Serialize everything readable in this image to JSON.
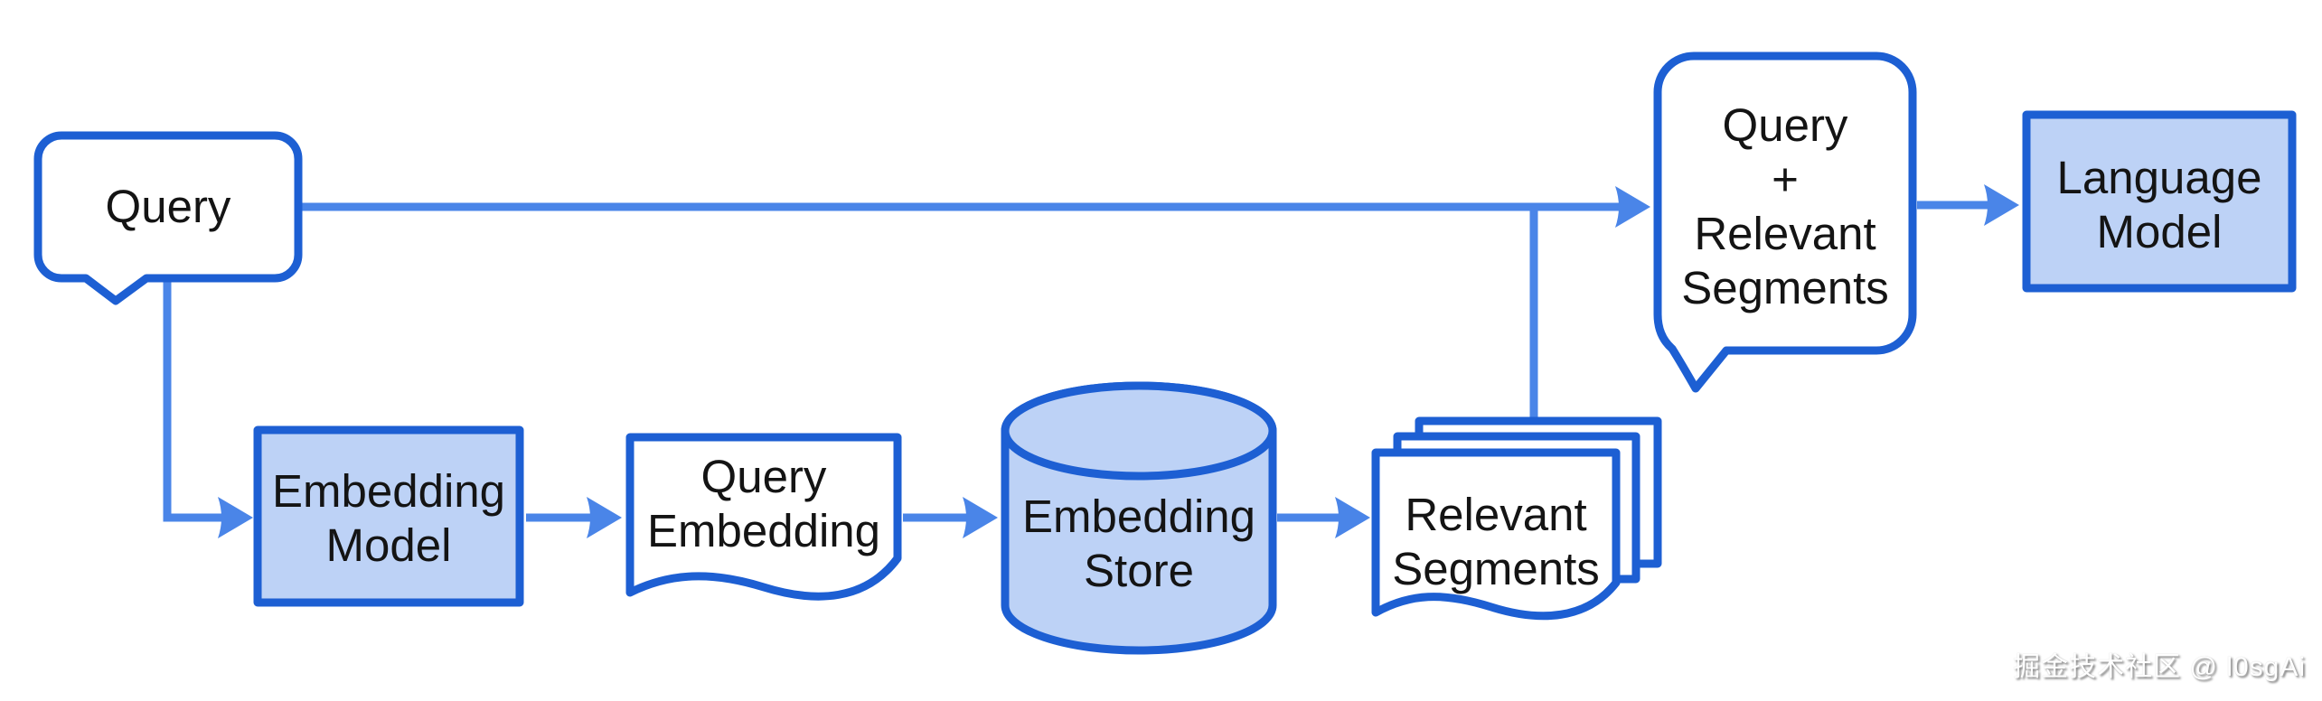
{
  "diagram_type": "flowchart",
  "nodes": {
    "query": {
      "label": "Query",
      "shape": "speech-bubble",
      "fill": "#ffffff"
    },
    "embedding_model": {
      "label": "Embedding\nModel",
      "shape": "rectangle",
      "fill": "#bdd2f6"
    },
    "query_embedding": {
      "label": "Query\nEmbedding",
      "shape": "document",
      "fill": "#ffffff"
    },
    "embedding_store": {
      "label": "Embedding\nStore",
      "shape": "cylinder",
      "fill": "#bdd2f6"
    },
    "relevant_segments": {
      "label": "Relevant\nSegments",
      "shape": "document-stack",
      "fill": "#ffffff"
    },
    "query_plus_relevant_segments": {
      "label": "Query\n+\nRelevant\nSegments",
      "shape": "speech-bubble",
      "fill": "#ffffff"
    },
    "language_model": {
      "label": "Language\nModel",
      "shape": "rectangle",
      "fill": "#bdd2f6"
    }
  },
  "edges": [
    {
      "from": "query",
      "to": "query_plus_relevant_segments"
    },
    {
      "from": "query",
      "to": "embedding_model"
    },
    {
      "from": "embedding_model",
      "to": "query_embedding"
    },
    {
      "from": "query_embedding",
      "to": "embedding_store"
    },
    {
      "from": "embedding_store",
      "to": "relevant_segments"
    },
    {
      "from": "relevant_segments",
      "to": "query_plus_relevant_segments"
    },
    {
      "from": "query_plus_relevant_segments",
      "to": "language_model"
    }
  ],
  "watermark": {
    "text": "掘金技术社区 @ l0sgAi"
  },
  "colors": {
    "shape_border": "#1d5fd3",
    "connector": "#4a85e8",
    "fill_light_blue": "#bdd2f6",
    "fill_white": "#ffffff",
    "text": "#141414",
    "background": "#ffffff"
  }
}
